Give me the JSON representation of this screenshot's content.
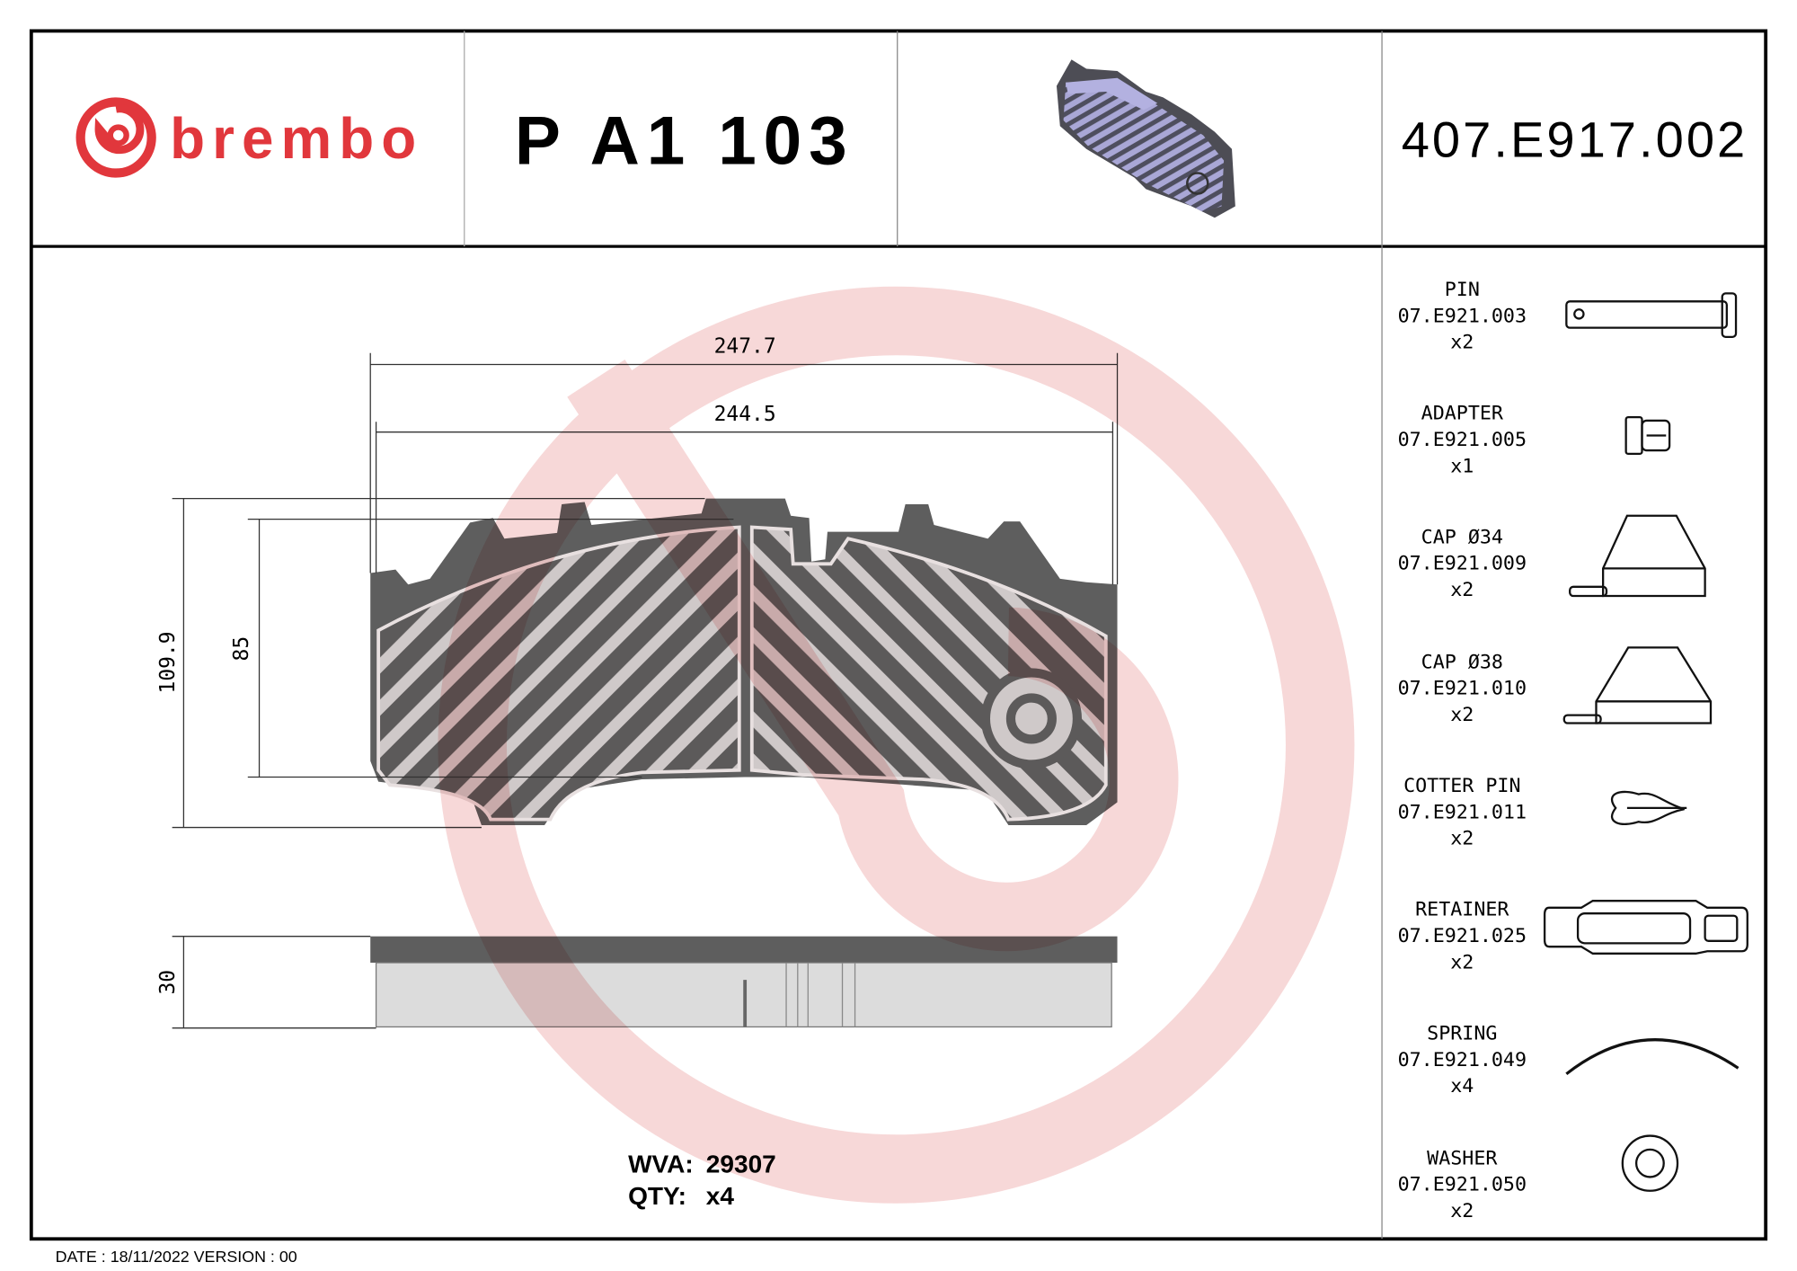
{
  "header": {
    "logo_text": "brembo",
    "product_code": "P A1 103",
    "reference_code": "407.E917.002"
  },
  "colors": {
    "brand_red": "#e1373c",
    "watermark": "#f6d4d4",
    "backplate": "#5e5e5e",
    "friction": "#c8c4c4",
    "pad_3d": "#9a98c8"
  },
  "dimensions": {
    "width_outer": "247.7",
    "width_inner": "244.5",
    "height_outer": "109.9",
    "height_inner": "85",
    "thickness": "30"
  },
  "info": {
    "wva_label": "WVA:",
    "wva_value": "29307",
    "qty_label": "QTY:",
    "qty_value": "x4"
  },
  "parts": [
    {
      "name": "PIN",
      "code": "07.E921.003",
      "qty": "x2",
      "icon": "pin-icon"
    },
    {
      "name": "ADAPTER",
      "code": "07.E921.005",
      "qty": "x1",
      "icon": "adapter-icon"
    },
    {
      "name": "CAP Ø34",
      "code": "07.E921.009",
      "qty": "x2",
      "icon": "cap-icon"
    },
    {
      "name": "CAP Ø38",
      "code": "07.E921.010",
      "qty": "x2",
      "icon": "cap-icon"
    },
    {
      "name": "COTTER PIN",
      "code": "07.E921.011",
      "qty": "x2",
      "icon": "cotter-pin-icon"
    },
    {
      "name": "RETAINER",
      "code": "07.E921.025",
      "qty": "x2",
      "icon": "retainer-icon"
    },
    {
      "name": "SPRING",
      "code": "07.E921.049",
      "qty": "x4",
      "icon": "spring-icon"
    },
    {
      "name": "WASHER",
      "code": "07.E921.050",
      "qty": "x2",
      "icon": "washer-icon"
    }
  ],
  "footer": {
    "date_version": "DATE : 18/11/2022 VERSION : 00"
  }
}
